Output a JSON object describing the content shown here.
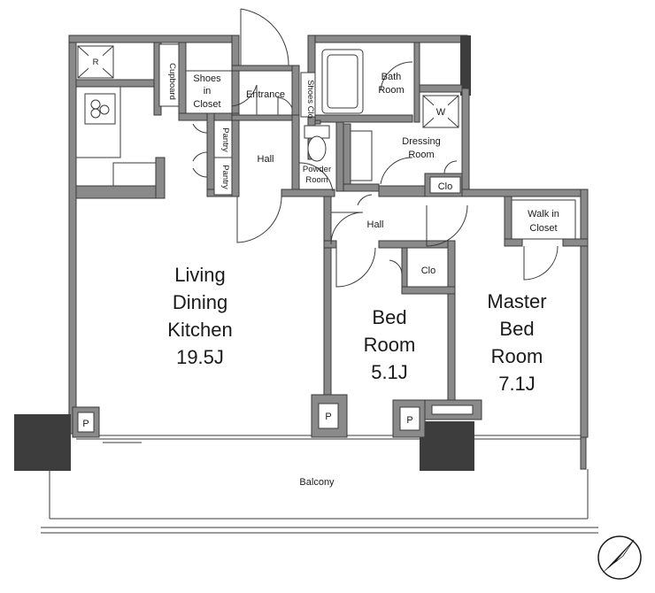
{
  "rooms": {
    "ldk": {
      "line1": "Living",
      "line2": "Dining",
      "line3": "Kitchen",
      "size": "19.5J"
    },
    "bed": {
      "line1": "Bed",
      "line2": "Room",
      "size": "5.1J"
    },
    "master": {
      "line1": "Master",
      "line2": "Bed",
      "line3": "Room",
      "size": "7.1J"
    }
  },
  "labels": {
    "refrigerator": "R",
    "cupboard": "Cupboard",
    "shoes_closet": {
      "line1": "Shoes",
      "line2": "in",
      "line3": "Closet"
    },
    "entrance": "Entrance",
    "shoes_clo": "Shoes Clo",
    "bath_room": {
      "line1": "Bath",
      "line2": "Room"
    },
    "washer": "W",
    "dressing_room": {
      "line1": "Dressing",
      "line2": "Room"
    },
    "pantry_1": "Pantry",
    "pantry_2": "Pantry",
    "hall_upper": "Hall",
    "powder_room": {
      "line1": "Powder",
      "line2": "Room"
    },
    "clo_dressing": "Clo",
    "walk_in_closet": {
      "line1": "Walk in",
      "line2": "Closet"
    },
    "hall_lower": "Hall",
    "clo_bed": "Clo",
    "pipe_1": "P",
    "pipe_2": "P",
    "pipe_3": "P",
    "balcony": "Balcony"
  },
  "colors": {
    "wall": "#8a8a8a",
    "column": "#3d3d3d",
    "line": "#3a3a3a"
  }
}
